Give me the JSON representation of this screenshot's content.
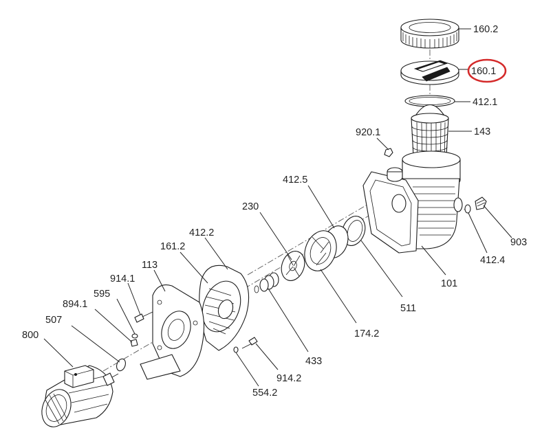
{
  "colors": {
    "highlight": "#d42a2a",
    "line": "#1a1a1a",
    "background": "#ffffff"
  },
  "labels": {
    "p160_2": "160.2",
    "p160_1": "160.1",
    "p412_1": "412.1",
    "p143": "143",
    "p920_1": "920.1",
    "p412_5": "412.5",
    "p230": "230",
    "p412_2": "412.2",
    "p161_2": "161.2",
    "p113": "113",
    "p914_1": "914.1",
    "p595": "595",
    "p894_1": "894.1",
    "p507": "507",
    "p800": "800",
    "p903": "903",
    "p412_4": "412.4",
    "p101": "101",
    "p511": "511",
    "p433": "433",
    "p174_2": "174.2",
    "p914_2": "914.2",
    "p554_2": "554.2"
  },
  "highlighted_part": "160.1"
}
